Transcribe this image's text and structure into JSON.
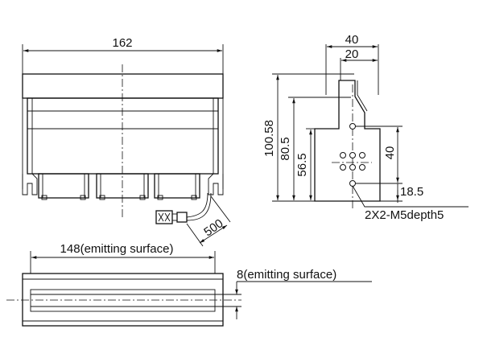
{
  "dimensions": {
    "front_width": "162",
    "side_width_outer": "40",
    "side_width_inner": "20",
    "height_total": "100.58",
    "height_mid": "80.5",
    "height_lower": "56.5",
    "height_holes": "40",
    "offset_bottom": "18.5",
    "cable_length": "500",
    "emitting_length": "148(emitting surface)",
    "emitting_width": "8(emitting surface)",
    "screw_note": "2X2-M5depth5"
  },
  "colors": {
    "line": "#111111",
    "background": "#ffffff"
  }
}
